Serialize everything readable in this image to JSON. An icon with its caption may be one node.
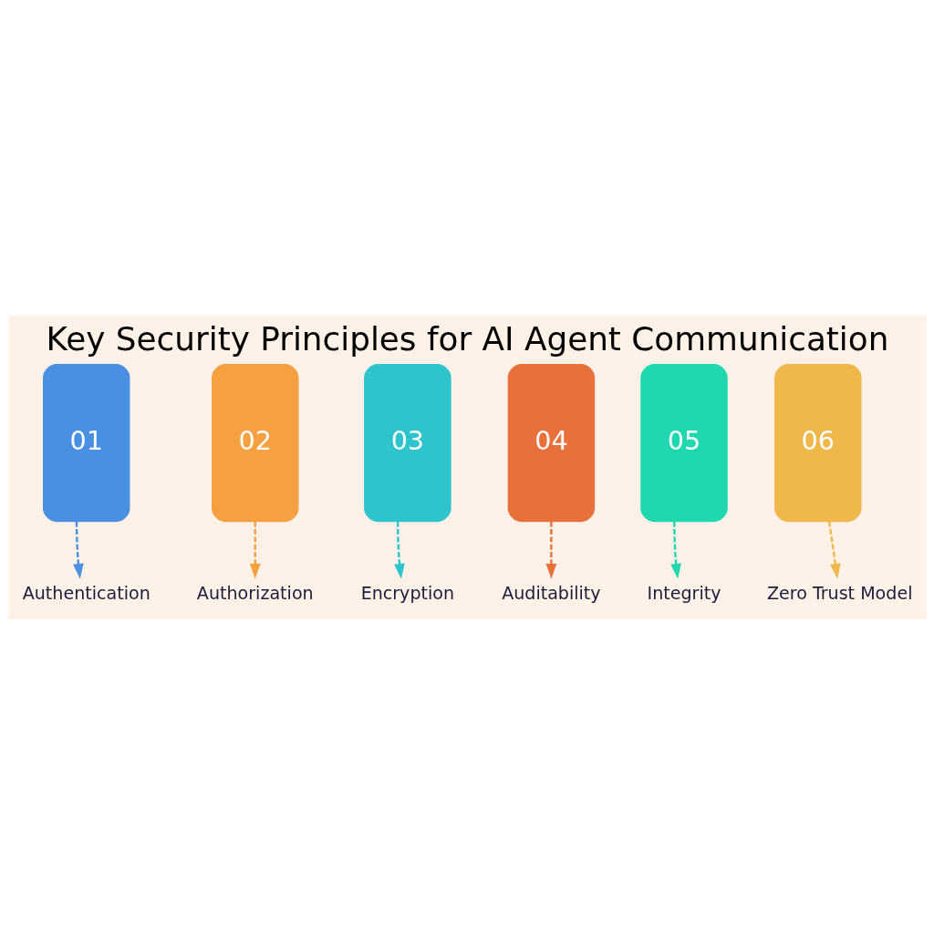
{
  "diagram": {
    "title": "Key Security Principles for AI Agent Communication",
    "nodes": [
      {
        "text": [
          "01"
        ]
      },
      {
        "text": [
          "Authentication"
        ]
      },
      {
        "text": [
          "02"
        ]
      },
      {
        "text": [
          "Authorization"
        ]
      },
      {
        "text": [
          "03"
        ]
      },
      {
        "text": [
          "Encryption"
        ]
      },
      {
        "text": [
          "04"
        ]
      },
      {
        "text": [
          "Auditability"
        ]
      },
      {
        "text": [
          "05"
        ]
      },
      {
        "text": [
          "Integrity"
        ]
      },
      {
        "text": [
          "06"
        ]
      },
      {
        "text": [
          "Zero Trust Model"
        ]
      }
    ],
    "edges": [
      {
        "from": 0,
        "to": 1,
        "arrow": "to",
        "style": "dashed",
        "color": "#4a90e2"
      },
      {
        "from": 2,
        "to": 3,
        "arrow": "to",
        "style": "dashed",
        "color": "#f5a041"
      },
      {
        "from": 4,
        "to": 5,
        "arrow": "to",
        "style": "dashed",
        "color": "#2ec4cc"
      },
      {
        "from": 6,
        "to": 7,
        "arrow": "to",
        "style": "dashed",
        "color": "#e8703a"
      },
      {
        "from": 8,
        "to": 9,
        "arrow": "to",
        "style": "dashed",
        "color": "#1fd8b0"
      },
      {
        "from": 10,
        "to": 11,
        "arrow": "to",
        "style": "dashed",
        "color": "#f0b84a"
      }
    ]
  }
}
